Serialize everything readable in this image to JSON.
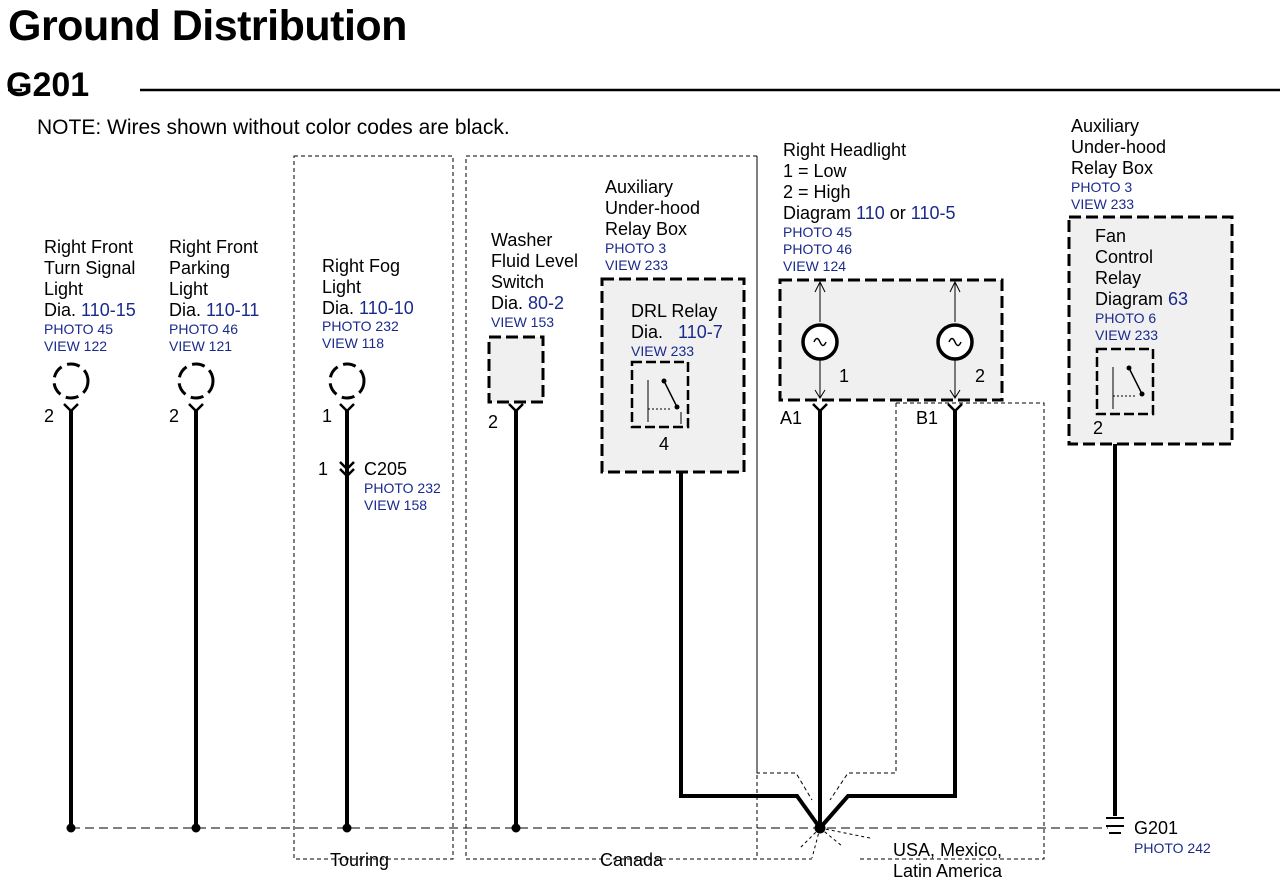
{
  "title": "Ground Distribution",
  "section": "G201",
  "note": "NOTE: Wires shown without color codes are black.",
  "components": {
    "turn_signal": {
      "name": [
        "Right Front",
        "Turn Signal",
        "Light"
      ],
      "dia_prefix": "Dia.",
      "dia": "110-15",
      "photo": "PHOTO 45",
      "view": "VIEW 122",
      "pin": "2"
    },
    "parking": {
      "name": [
        "Right Front",
        "Parking",
        "Light"
      ],
      "dia_prefix": "Dia.",
      "dia": "110-11",
      "photo": "PHOTO 46",
      "view": "VIEW 121",
      "pin": "2"
    },
    "fog": {
      "name": [
        "Right Fog",
        "Light"
      ],
      "dia_prefix": "Dia.",
      "dia": "110-10",
      "photo": "PHOTO 232",
      "view": "VIEW 118",
      "pin": "1"
    },
    "c205": {
      "name": "C205",
      "photo": "PHOTO 232",
      "view": "VIEW 158",
      "pin": "1"
    },
    "washer": {
      "name": [
        "Washer",
        "Fluid Level",
        "Switch"
      ],
      "dia_prefix": "Dia.",
      "dia": "80-2",
      "view": "VIEW 153",
      "pin": "2"
    },
    "aux_box_1": {
      "name": [
        "Auxiliary",
        "Under-hood",
        "Relay Box"
      ],
      "photo": "PHOTO 3",
      "view": "VIEW 233"
    },
    "drl_relay": {
      "name": "DRL Relay",
      "dia_prefix": "Dia.",
      "dia": "110-7",
      "view": "VIEW 233",
      "pin": "4"
    },
    "headlight": {
      "name": [
        "Right Headlight",
        "1 = Low",
        "2 = High"
      ],
      "diagram_prefix": "Diagram",
      "diagram": "110",
      "or": "or",
      "diagram2": "110-5",
      "photo1": "PHOTO 45",
      "photo2": "PHOTO 46",
      "view": "VIEW 124",
      "bulb1": "1",
      "bulb2": "2",
      "pin_a": "A1",
      "pin_b": "B1"
    },
    "aux_box_2": {
      "name": [
        "Auxiliary",
        "Under-hood",
        "Relay Box"
      ],
      "photo": "PHOTO 3",
      "view": "VIEW 233"
    },
    "fan_relay": {
      "name": [
        "Fan",
        "Control",
        "Relay"
      ],
      "diagram_prefix": "Diagram",
      "diagram": "63",
      "photo": "PHOTO 6",
      "view": "VIEW 233",
      "pin": "2"
    },
    "ground": {
      "name": "G201",
      "photo": "PHOTO 242"
    }
  },
  "regions": {
    "touring": "Touring",
    "canada": "Canada",
    "usa": [
      "USA, Mexico,",
      "Latin America"
    ]
  },
  "colors": {
    "reference": "#1a2a8c",
    "box_fill": "#f0f0f0",
    "line": "#000000"
  }
}
